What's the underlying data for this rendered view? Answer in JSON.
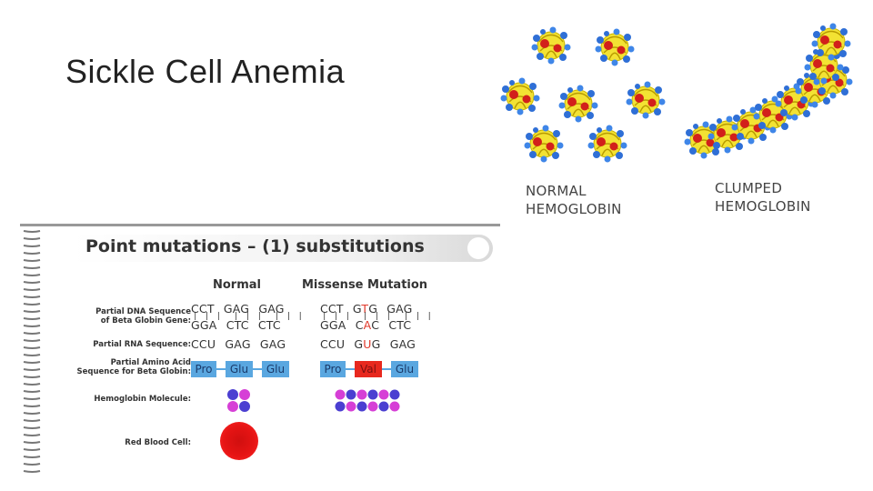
{
  "slide": {
    "title": "Sickle Cell Anemia"
  },
  "hemoglobin_figure": {
    "normal_caption": [
      "NORMAL",
      "HEMOGLOBIN"
    ],
    "clumped_caption": [
      "CLUMPED",
      "HEMOGLOBIN"
    ]
  },
  "mutation_panel": {
    "title": "Point mutations – (1) substitutions",
    "columns": {
      "normal": "Normal",
      "mutation": "Missense Mutation"
    },
    "row_labels": {
      "dna": [
        "Partial DNA Sequence",
        "of Beta Globin Gene:"
      ],
      "rna": "Partial RNA Sequence:",
      "amino": [
        "Partial Amino Acid",
        "Sequence for Beta Globin:"
      ],
      "molecule": "Hemoglobin Molecule:",
      "rbc": "Red Blood Cell:"
    },
    "normal": {
      "dna_top": [
        "CCT",
        "GAG",
        "GAG"
      ],
      "dna_bottom": [
        "GGA",
        "CTC",
        "CTC"
      ],
      "rna": [
        "CCU",
        "GAG",
        "GAG"
      ],
      "amino": [
        "Pro",
        "Glu",
        "Glu"
      ]
    },
    "mutation": {
      "dna_top": [
        "CCT",
        "G",
        "T",
        "G",
        "GAG"
      ],
      "dna_bottom": [
        "GGA",
        "C",
        "A",
        "C",
        "CTC"
      ],
      "rna": [
        "CCU",
        "G",
        "U",
        "G",
        "GAG"
      ],
      "amino": [
        "Pro",
        "Val",
        "Glu"
      ]
    },
    "colors": {
      "amino_blue": "#5aa7e0",
      "mutation_red": "#e8281e",
      "molecule_purple": "#4b3fd1",
      "molecule_magenta": "#d63fd6"
    }
  }
}
